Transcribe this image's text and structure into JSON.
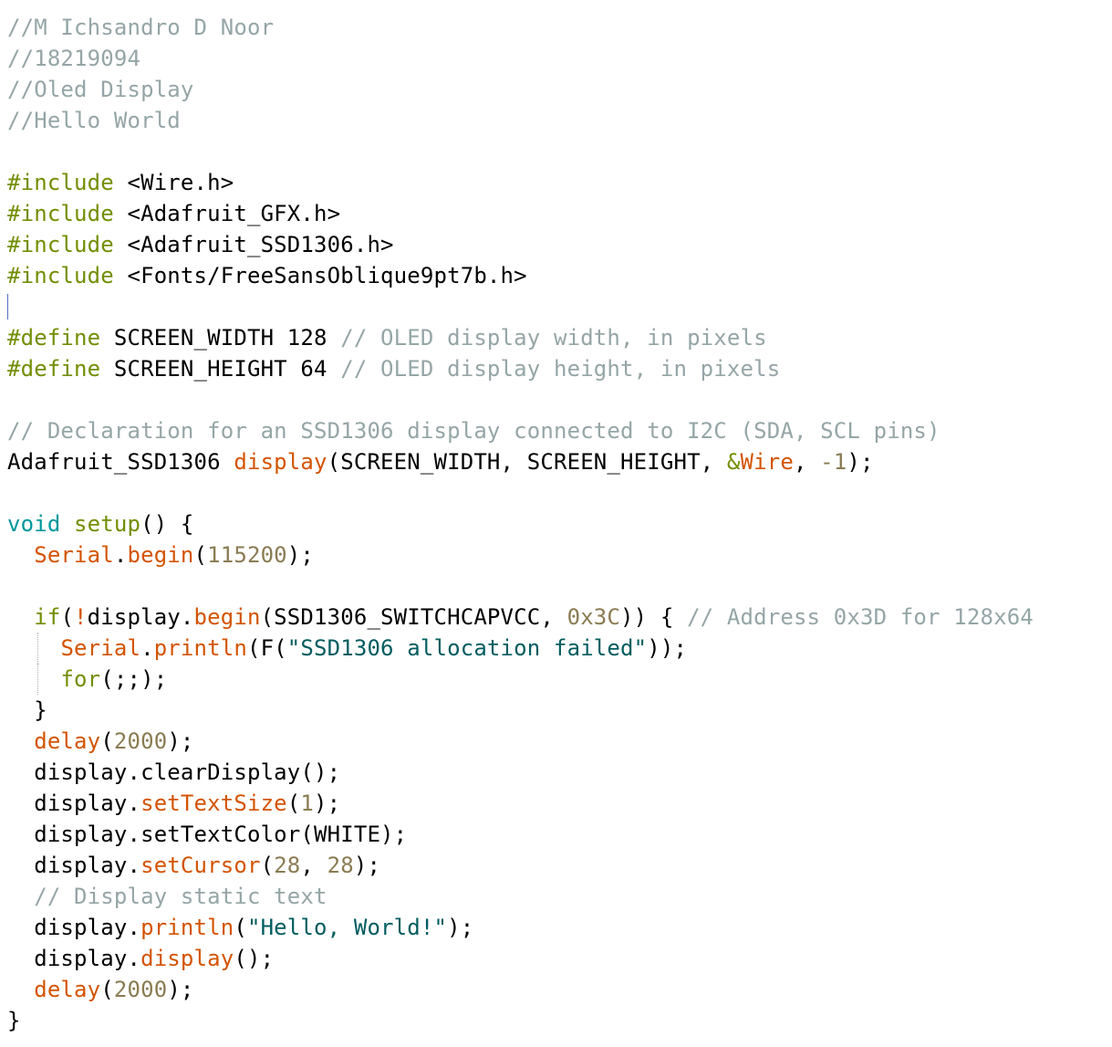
{
  "editor": {
    "language": "arduino-cpp",
    "colors": {
      "background": "#ffffff",
      "comment": "#95a5a6",
      "keyword": "#728e00",
      "type": "#00979c",
      "function": "#d35400",
      "number": "#8a7b52",
      "string": "#005c5f",
      "plain": "#000000",
      "caret": "#5470c2"
    },
    "lines": [
      {
        "tokens": [
          {
            "t": "//M Ichsandro D Noor",
            "k": "comment"
          }
        ]
      },
      {
        "tokens": [
          {
            "t": "//18219094",
            "k": "comment"
          }
        ]
      },
      {
        "tokens": [
          {
            "t": "//Oled Display",
            "k": "comment"
          }
        ]
      },
      {
        "tokens": [
          {
            "t": "//Hello World",
            "k": "comment"
          }
        ]
      },
      {
        "tokens": []
      },
      {
        "tokens": [
          {
            "t": "#include",
            "k": "kw"
          },
          {
            "t": " <Wire.h>",
            "k": "plain"
          }
        ]
      },
      {
        "tokens": [
          {
            "t": "#include",
            "k": "kw"
          },
          {
            "t": " <Adafruit_GFX.h>",
            "k": "plain"
          }
        ]
      },
      {
        "tokens": [
          {
            "t": "#include",
            "k": "kw"
          },
          {
            "t": " <Adafruit_SSD1306.h>",
            "k": "plain"
          }
        ]
      },
      {
        "tokens": [
          {
            "t": "#include",
            "k": "kw"
          },
          {
            "t": " <Fonts/FreeSansOblique9pt7b.h>",
            "k": "plain"
          }
        ]
      },
      {
        "tokens": [],
        "caret": true
      },
      {
        "tokens": [
          {
            "t": "#define",
            "k": "kw"
          },
          {
            "t": " SCREEN_WIDTH 128 ",
            "k": "plain"
          },
          {
            "t": "// OLED display width, in pixels",
            "k": "comment"
          }
        ]
      },
      {
        "tokens": [
          {
            "t": "#define",
            "k": "kw"
          },
          {
            "t": " SCREEN_HEIGHT 64 ",
            "k": "plain"
          },
          {
            "t": "// OLED display height, in pixels",
            "k": "comment"
          }
        ]
      },
      {
        "tokens": []
      },
      {
        "tokens": [
          {
            "t": "// Declaration for an SSD1306 display connected to I2C (SDA, SCL pins)",
            "k": "comment"
          }
        ]
      },
      {
        "tokens": [
          {
            "t": "Adafruit_SSD1306 ",
            "k": "plain"
          },
          {
            "t": "display",
            "k": "fn"
          },
          {
            "t": "(SCREEN_WIDTH, SCREEN_HEIGHT, ",
            "k": "plain"
          },
          {
            "t": "&",
            "k": "kw"
          },
          {
            "t": "Wire",
            "k": "fn"
          },
          {
            "t": ", ",
            "k": "plain"
          },
          {
            "t": "-1",
            "k": "num"
          },
          {
            "t": ");",
            "k": "plain"
          }
        ]
      },
      {
        "tokens": []
      },
      {
        "tokens": [
          {
            "t": "void",
            "k": "type"
          },
          {
            "t": " ",
            "k": "plain"
          },
          {
            "t": "setup",
            "k": "kw"
          },
          {
            "t": "() {",
            "k": "plain"
          }
        ]
      },
      {
        "tokens": [
          {
            "t": "  ",
            "k": "plain"
          },
          {
            "t": "Serial",
            "k": "fn"
          },
          {
            "t": ".",
            "k": "plain"
          },
          {
            "t": "begin",
            "k": "fn"
          },
          {
            "t": "(",
            "k": "plain"
          },
          {
            "t": "115200",
            "k": "num"
          },
          {
            "t": ");",
            "k": "plain"
          }
        ]
      },
      {
        "tokens": []
      },
      {
        "tokens": [
          {
            "t": "  ",
            "k": "plain"
          },
          {
            "t": "if",
            "k": "kw"
          },
          {
            "t": "(",
            "k": "plain"
          },
          {
            "t": "!",
            "k": "fn"
          },
          {
            "t": "display.",
            "k": "plain"
          },
          {
            "t": "begin",
            "k": "fn"
          },
          {
            "t": "(SSD1306_SWITCHCAPVCC, ",
            "k": "plain"
          },
          {
            "t": "0x3C",
            "k": "num"
          },
          {
            "t": ")) { ",
            "k": "plain"
          },
          {
            "t": "// Address 0x3D for 128x64",
            "k": "comment"
          }
        ]
      },
      {
        "tokens": [
          {
            "t": "    ",
            "k": "plain"
          },
          {
            "t": "Serial",
            "k": "fn"
          },
          {
            "t": ".",
            "k": "plain"
          },
          {
            "t": "println",
            "k": "fn"
          },
          {
            "t": "(F(",
            "k": "plain"
          },
          {
            "t": "\"SSD1306 allocation failed\"",
            "k": "str"
          },
          {
            "t": "));",
            "k": "plain"
          }
        ],
        "guide": true
      },
      {
        "tokens": [
          {
            "t": "    ",
            "k": "plain"
          },
          {
            "t": "for",
            "k": "kw"
          },
          {
            "t": "(;;);",
            "k": "plain"
          }
        ],
        "guide": true
      },
      {
        "tokens": [
          {
            "t": "  }",
            "k": "plain"
          }
        ]
      },
      {
        "tokens": [
          {
            "t": "  ",
            "k": "plain"
          },
          {
            "t": "delay",
            "k": "fn"
          },
          {
            "t": "(",
            "k": "plain"
          },
          {
            "t": "2000",
            "k": "num"
          },
          {
            "t": ");",
            "k": "plain"
          }
        ]
      },
      {
        "tokens": [
          {
            "t": "  display.clearDisplay();",
            "k": "plain"
          }
        ]
      },
      {
        "tokens": [
          {
            "t": "  display.",
            "k": "plain"
          },
          {
            "t": "setTextSize",
            "k": "fn"
          },
          {
            "t": "(",
            "k": "plain"
          },
          {
            "t": "1",
            "k": "num"
          },
          {
            "t": ");",
            "k": "plain"
          }
        ]
      },
      {
        "tokens": [
          {
            "t": "  display.setTextColor(WHITE);",
            "k": "plain"
          }
        ]
      },
      {
        "tokens": [
          {
            "t": "  display.",
            "k": "plain"
          },
          {
            "t": "setCursor",
            "k": "fn"
          },
          {
            "t": "(",
            "k": "plain"
          },
          {
            "t": "28",
            "k": "num"
          },
          {
            "t": ", ",
            "k": "plain"
          },
          {
            "t": "28",
            "k": "num"
          },
          {
            "t": ");",
            "k": "plain"
          }
        ]
      },
      {
        "tokens": [
          {
            "t": "  ",
            "k": "plain"
          },
          {
            "t": "// Display static text",
            "k": "comment"
          }
        ]
      },
      {
        "tokens": [
          {
            "t": "  display.",
            "k": "plain"
          },
          {
            "t": "println",
            "k": "fn"
          },
          {
            "t": "(",
            "k": "plain"
          },
          {
            "t": "\"Hello, World!\"",
            "k": "str"
          },
          {
            "t": ");",
            "k": "plain"
          }
        ]
      },
      {
        "tokens": [
          {
            "t": "  display.",
            "k": "plain"
          },
          {
            "t": "display",
            "k": "fn"
          },
          {
            "t": "();",
            "k": "plain"
          }
        ]
      },
      {
        "tokens": [
          {
            "t": "  ",
            "k": "plain"
          },
          {
            "t": "delay",
            "k": "fn"
          },
          {
            "t": "(",
            "k": "plain"
          },
          {
            "t": "2000",
            "k": "num"
          },
          {
            "t": ");",
            "k": "plain"
          }
        ]
      },
      {
        "tokens": [
          {
            "t": "}",
            "k": "plain"
          }
        ]
      }
    ]
  }
}
